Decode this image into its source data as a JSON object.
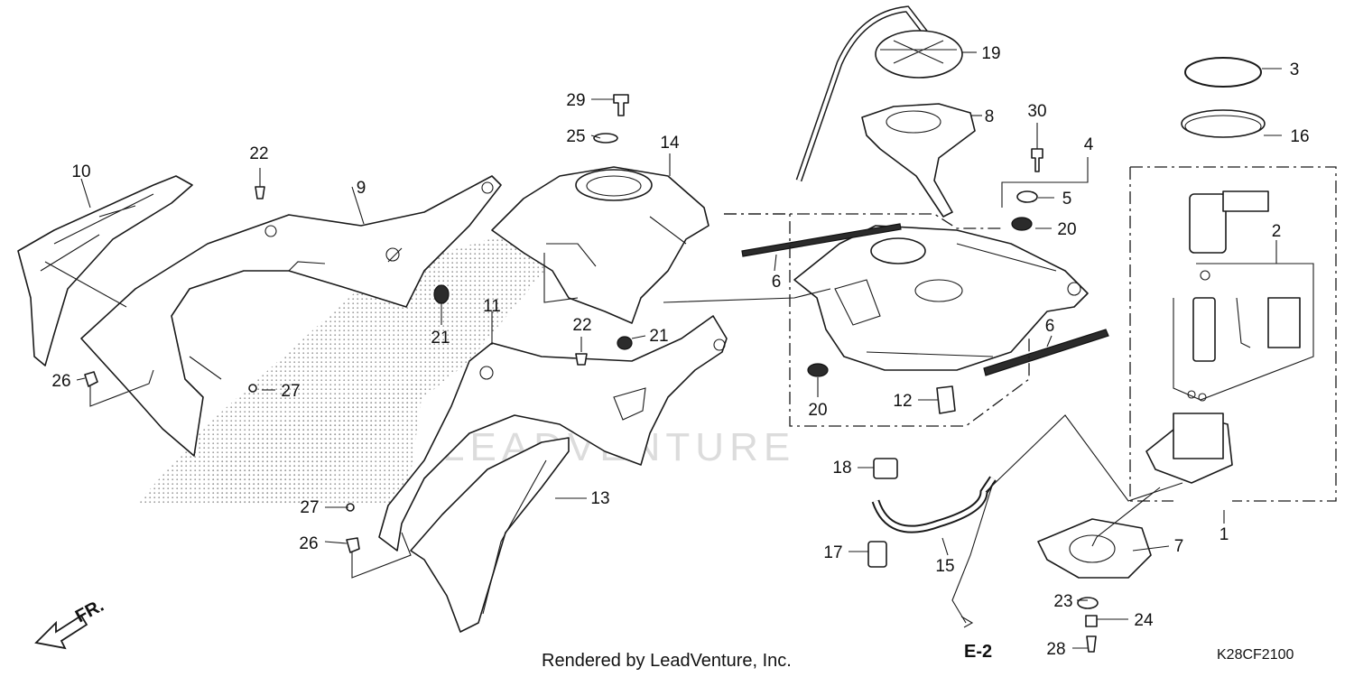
{
  "diagram": {
    "callouts": [
      "1",
      "2",
      "3",
      "4",
      "5",
      "6",
      "7",
      "8",
      "9",
      "10",
      "11",
      "12",
      "13",
      "14",
      "15",
      "16",
      "17",
      "18",
      "19",
      "20",
      "21",
      "22",
      "23",
      "24",
      "25",
      "26",
      "27",
      "28",
      "29",
      "30"
    ],
    "front_label": "FR.",
    "reference_label": "E-2",
    "watermark": "LEADVENTURE",
    "footer_text": "Rendered by LeadVenture, Inc.",
    "diagram_code": "K28CF2100"
  }
}
